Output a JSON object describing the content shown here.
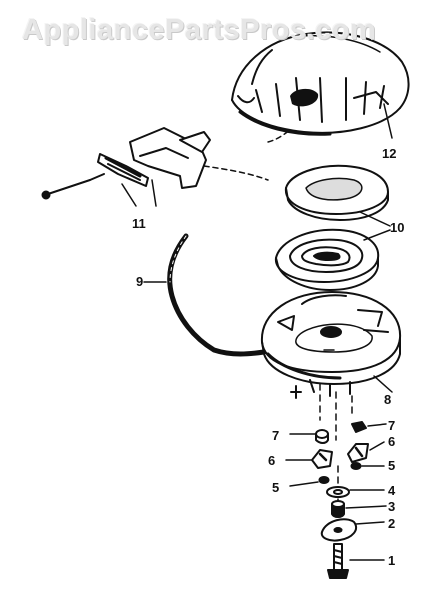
{
  "watermark": "AppliancePartsPros.com",
  "callouts": {
    "c1": "1",
    "c2": "2",
    "c3": "3",
    "c4": "4",
    "c5_left": "5",
    "c5_right": "5",
    "c6_left": "6",
    "c6_right": "6",
    "c7_left": "7",
    "c7_right": "7",
    "c8": "8",
    "c9": "9",
    "c10": "10",
    "c11": "11",
    "c12": "12"
  },
  "colors": {
    "ink": "#111111",
    "paper": "#ffffff",
    "watermark": "#e6e6e6"
  }
}
